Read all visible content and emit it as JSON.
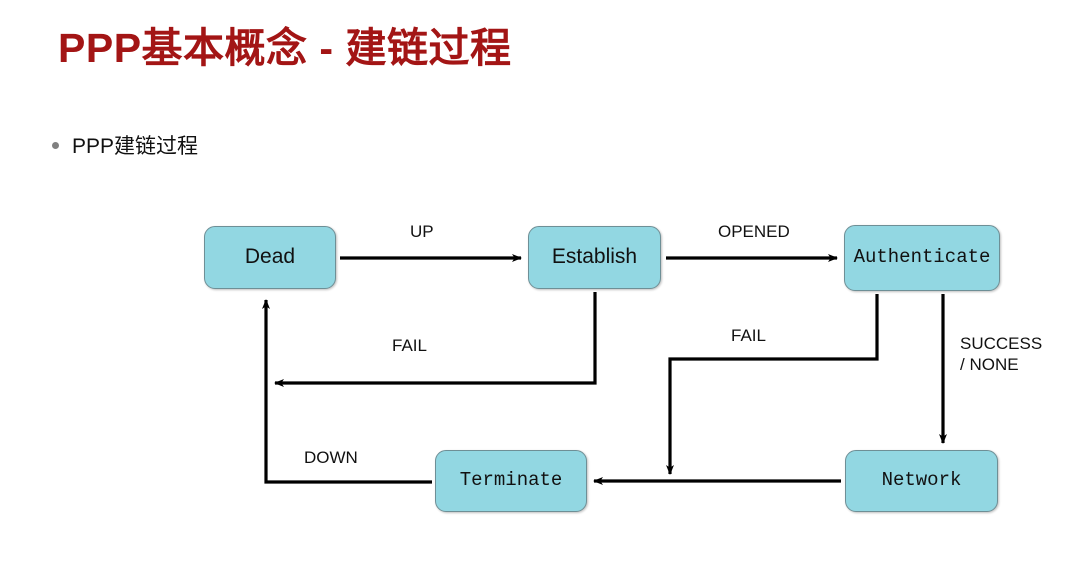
{
  "slide": {
    "title": "PPP基本概念 - 建链过程",
    "title_color": "#A31515",
    "bullet": {
      "marker": "bullet-dot",
      "text": "PPP建链过程"
    },
    "background": "#FFFFFF"
  },
  "diagram": {
    "type": "state-machine-flow",
    "node_fill": "#92D7E2",
    "node_stroke": "#6E8F96",
    "line_color": "#000000",
    "nodes": [
      {
        "id": "dead",
        "label": "Dead",
        "font": "sans"
      },
      {
        "id": "establish",
        "label": "Establish",
        "font": "sans"
      },
      {
        "id": "authenticate",
        "label": "Authenticate",
        "font": "mono"
      },
      {
        "id": "terminate",
        "label": "Terminate",
        "font": "mono"
      },
      {
        "id": "network",
        "label": "Network",
        "font": "mono"
      }
    ],
    "edges": [
      {
        "id": "up",
        "from": "dead",
        "to": "establish",
        "label": "UP"
      },
      {
        "id": "opened",
        "from": "establish",
        "to": "authenticate",
        "label": "OPENED"
      },
      {
        "id": "fail-establish",
        "from": "establish",
        "to": "dead",
        "label": "FAIL"
      },
      {
        "id": "fail-authenticate",
        "from": "authenticate",
        "to": "terminate",
        "label": "FAIL"
      },
      {
        "id": "success-none",
        "from": "authenticate",
        "to": "network",
        "label": "SUCCESS\n/ NONE",
        "label_line1": "SUCCESS",
        "label_line2": "/ NONE"
      },
      {
        "id": "network-terminate",
        "from": "network",
        "to": "terminate",
        "label": ""
      },
      {
        "id": "down",
        "from": "terminate",
        "to": "dead",
        "label": "DOWN"
      }
    ]
  }
}
